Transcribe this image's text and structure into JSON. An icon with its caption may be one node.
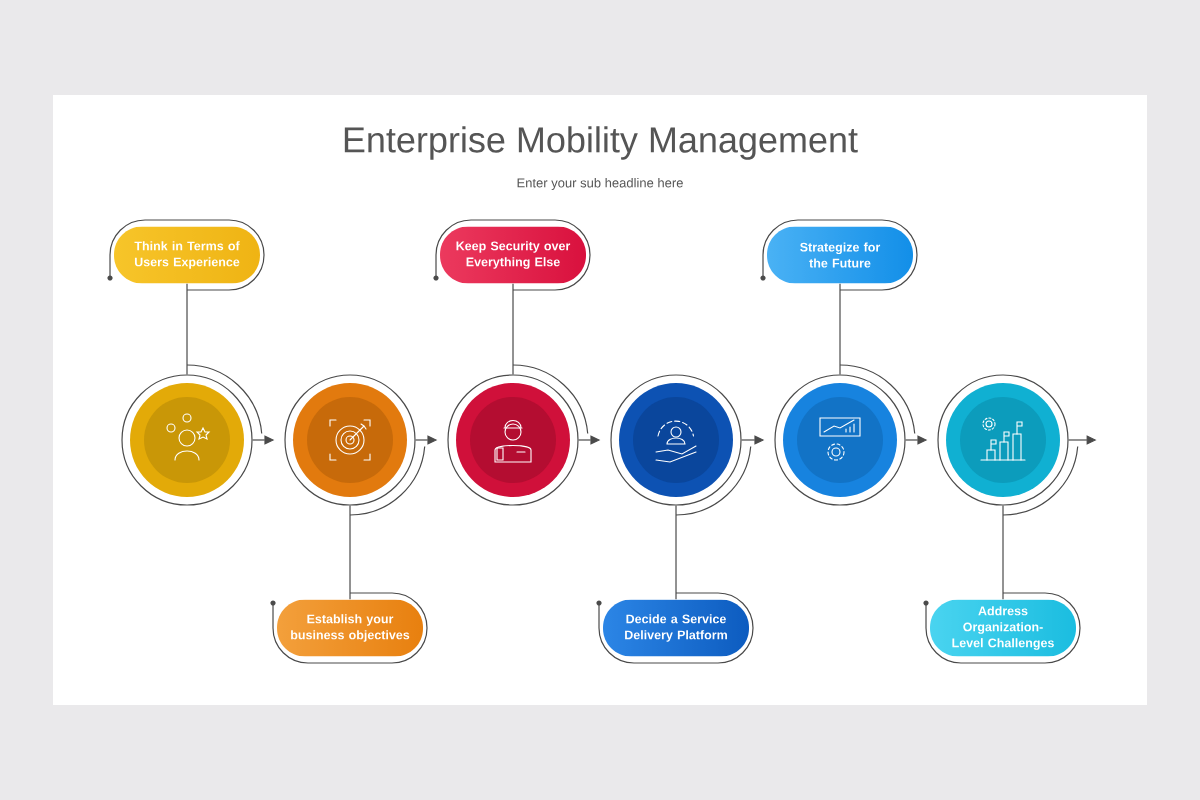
{
  "diagram": {
    "title": "Enterprise Mobility Management",
    "nodes": [
      {
        "text": [],
        "shape": "circle"
      },
      {
        "text": [],
        "shape": "circle"
      },
      {
        "text": [],
        "shape": "circle"
      },
      {
        "text": [],
        "shape": "circle"
      },
      {
        "text": [],
        "shape": "circle"
      },
      {
        "text": [],
        "shape": "circle"
      },
      {
        "text": [
          "Think in Terms of Users Experience"
        ]
      },
      {
        "text": [
          "Establish your business objectives"
        ]
      },
      {
        "text": [
          "Keep Security over Everything Else"
        ]
      },
      {
        "text": [
          "Decide a Service Delivery Platform"
        ]
      },
      {
        "text": [
          "Strategize for the Future"
        ]
      },
      {
        "text": [
          "Address Organization-Level Challenges"
        ]
      }
    ],
    "edges": [
      {
        "from": 0,
        "to": 1,
        "arrow": "to"
      },
      {
        "from": 1,
        "to": 2,
        "arrow": "to"
      },
      {
        "from": 2,
        "to": 3,
        "arrow": "to"
      },
      {
        "from": 3,
        "to": 4,
        "arrow": "to"
      },
      {
        "from": 4,
        "to": 5,
        "arrow": "to"
      },
      {
        "from": 5,
        "to": null,
        "arrow": "to"
      },
      {
        "from": 6,
        "to": 0,
        "arrow": "none"
      },
      {
        "from": 7,
        "to": 1,
        "arrow": "none"
      },
      {
        "from": 8,
        "to": 2,
        "arrow": "none"
      },
      {
        "from": 9,
        "to": 3,
        "arrow": "none"
      },
      {
        "from": 10,
        "to": 4,
        "arrow": "none"
      },
      {
        "from": 11,
        "to": 5,
        "arrow": "none"
      }
    ],
    "labels": [
      "Enter your sub headline here"
    ]
  }
}
